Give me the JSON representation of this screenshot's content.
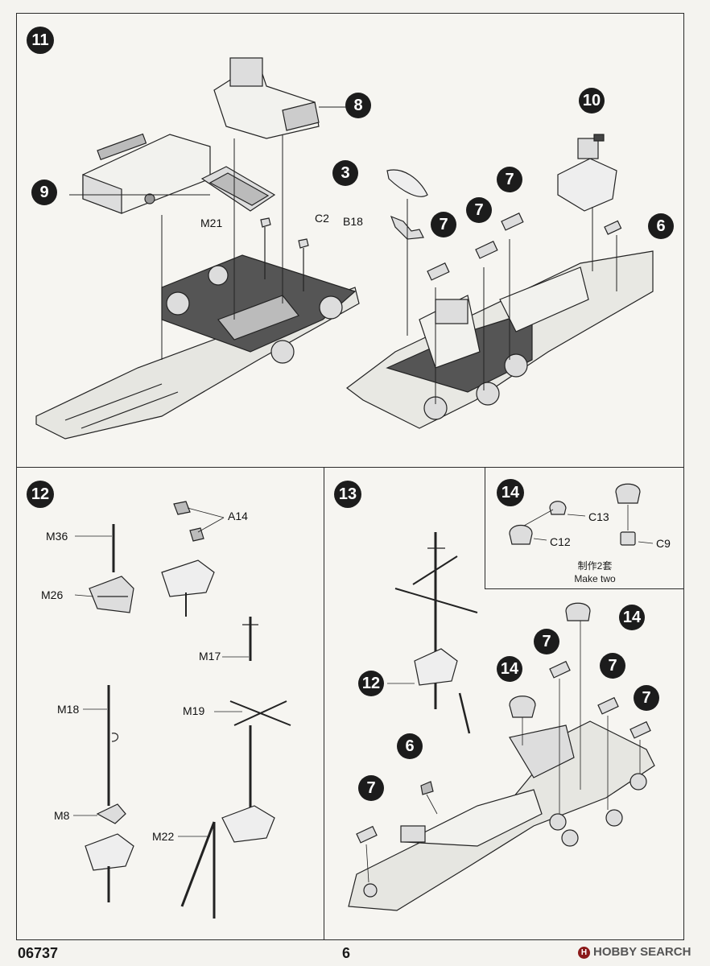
{
  "step11": {
    "number": "11",
    "callouts": {
      "c9": "9",
      "c8": "8",
      "c3": "3",
      "c10": "10",
      "c7a": "7",
      "c7b": "7",
      "c7c": "7",
      "c6": "6"
    },
    "labels": {
      "m21": "M21",
      "c2": "C2",
      "b18": "B18"
    }
  },
  "step12": {
    "number": "12",
    "labels": {
      "m36": "M36",
      "a14": "A14",
      "m26": "M26",
      "m17": "M17",
      "m18": "M18",
      "m19": "M19",
      "m8": "M8",
      "m22": "M22"
    }
  },
  "step13": {
    "number": "13",
    "callouts": {
      "c12": "12",
      "c6": "6",
      "c7a": "7",
      "c7b": "7",
      "c7c": "7",
      "c7d": "7",
      "c14a": "14",
      "c14b": "14"
    }
  },
  "step14": {
    "number": "14",
    "labels": {
      "c13": "C13",
      "c12": "C12",
      "c9": "C9"
    },
    "note_cn": "制作2套",
    "note_en": "Make two"
  },
  "footer": {
    "code": "06737",
    "page": "6",
    "watermark": "HOBBY SEARCH",
    "watermark_logo": "H"
  }
}
